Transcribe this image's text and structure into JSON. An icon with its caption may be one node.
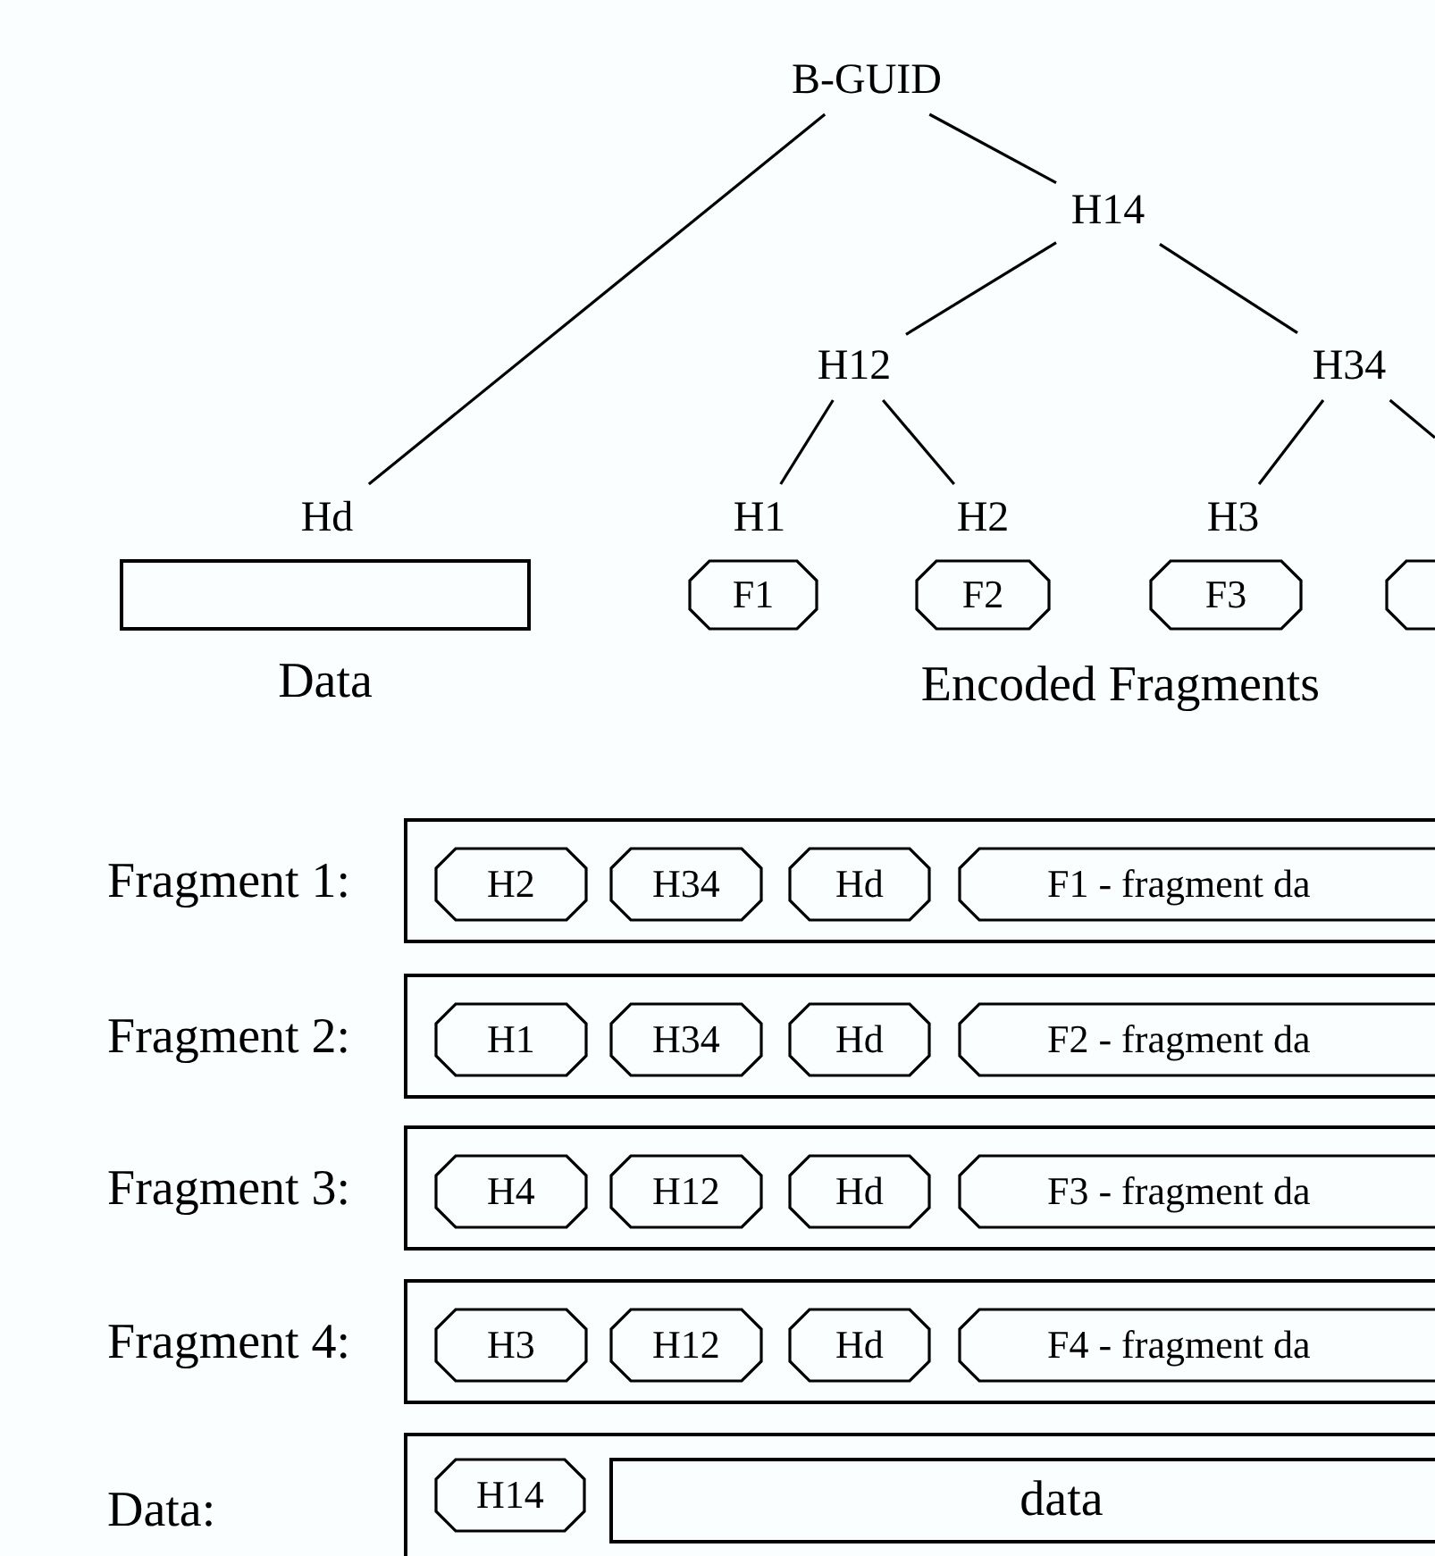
{
  "diagram": {
    "nodes": [
      {
        "text": [
          "B-GUID"
        ]
      },
      {
        "text": [
          "H14"
        ]
      },
      {
        "text": [
          "H12"
        ]
      },
      {
        "text": [
          "H34"
        ]
      },
      {
        "text": [
          "Hd"
        ]
      },
      {
        "text": [
          "H1"
        ]
      },
      {
        "text": [
          "H2"
        ]
      },
      {
        "text": [
          "H3"
        ]
      },
      {
        "text": [],
        "shape": "box",
        "beside": [
          "Data"
        ]
      },
      {
        "text": [
          "F1"
        ]
      },
      {
        "text": [
          "F2"
        ]
      },
      {
        "text": [
          "F3"
        ]
      },
      {
        "text": [],
        "shape": "octagon"
      },
      {
        "text": [
          "Fragment 1:"
        ]
      },
      {
        "text": [
          "H2"
        ],
        "in": 13
      },
      {
        "text": [
          "H34"
        ],
        "in": 13
      },
      {
        "text": [
          "Hd"
        ],
        "in": 13
      },
      {
        "text": [
          "F1 - fragment da"
        ],
        "in": 13
      },
      {
        "text": [
          "Fragment 2:"
        ]
      },
      {
        "text": [
          "H1"
        ],
        "in": 18
      },
      {
        "text": [
          "H34"
        ],
        "in": 18
      },
      {
        "text": [
          "Hd"
        ],
        "in": 18
      },
      {
        "text": [
          "F2 - fragment da"
        ],
        "in": 18
      },
      {
        "text": [
          "Fragment 3:"
        ]
      },
      {
        "text": [
          "H4"
        ],
        "in": 23
      },
      {
        "text": [
          "H12"
        ],
        "in": 23
      },
      {
        "text": [
          "Hd"
        ],
        "in": 23
      },
      {
        "text": [
          "F3 - fragment da"
        ],
        "in": 23
      },
      {
        "text": [
          "Fragment 4:"
        ]
      },
      {
        "text": [
          "H3"
        ],
        "in": 28
      },
      {
        "text": [
          "H12"
        ],
        "in": 28
      },
      {
        "text": [
          "Hd"
        ],
        "in": 28
      },
      {
        "text": [
          "F4 - fragment da"
        ],
        "in": 28
      },
      {
        "text": [
          "Data:"
        ]
      },
      {
        "text": [
          "H14"
        ],
        "in": 33
      },
      {
        "text": [
          "data"
        ],
        "in": 33
      }
    ],
    "edges": [
      {
        "from": 0,
        "to": 4,
        "arrow": "none"
      },
      {
        "from": 0,
        "to": 1,
        "arrow": "none"
      },
      {
        "from": 1,
        "to": 2,
        "arrow": "none"
      },
      {
        "from": 1,
        "to": 3,
        "arrow": "none"
      },
      {
        "from": 2,
        "to": 5,
        "arrow": "none"
      },
      {
        "from": 2,
        "to": 6,
        "arrow": "none"
      },
      {
        "from": 3,
        "to": 7,
        "arrow": "none"
      },
      {
        "from": 3,
        "to": null,
        "arrow": "none"
      }
    ],
    "labels": [
      "Encoded Fragments"
    ]
  }
}
